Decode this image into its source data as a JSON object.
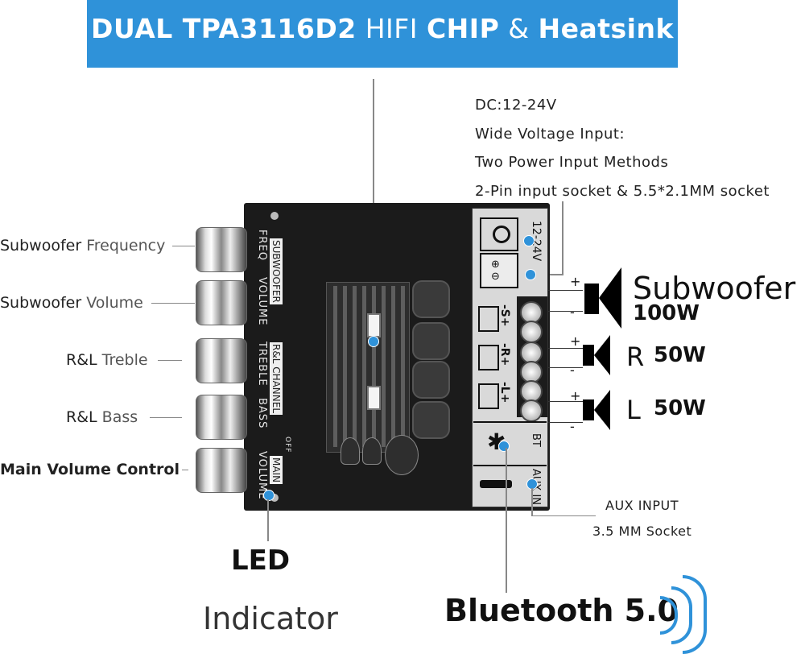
{
  "banner": {
    "part1": "DUAL TPA3116D2",
    "part2": "HIFI",
    "part3": "CHIP",
    "part4": "&",
    "part5": "Heatsink"
  },
  "power_info": {
    "line1": "DC:12-24V",
    "line2": "Wide Voltage Input:",
    "line3": "Two Power Input Methods",
    "line4": "2-Pin input socket & 5.5*2.1MM socket"
  },
  "left_labels": {
    "sub_freq_a": "Subwoofer",
    "sub_freq_b": "Frequency",
    "sub_vol_a": "Subwoofer",
    "sub_vol_b": "Volume",
    "treble_a": "R&L",
    "treble_b": "Treble",
    "bass_a": "R&L",
    "bass_b": "Bass",
    "main_vol": "Main Volume Control"
  },
  "board_silk": {
    "freq": "FREQ",
    "subwoofer": "SUBWOOFER",
    "volume": "VOLUME",
    "treble": "TREBLE",
    "rl_channel": "R&L CHANNEL",
    "bass": "BASS",
    "main": "MAIN",
    "volume2": "VOLUME",
    "off": "OFF",
    "power_rating": "12-24V",
    "bt": "BT",
    "aux_in": "AUX IN",
    "s_term": "-S+",
    "r_term": "-R+",
    "l_term": "-L+"
  },
  "outputs": {
    "subwoofer": "Subwoofer",
    "subwoofer_power": "100W",
    "r": "R",
    "r_power": "50W",
    "l": "L",
    "l_power": "50W",
    "plus": "+",
    "minus": "-"
  },
  "aux": {
    "line1": "AUX INPUT",
    "line2": "3.5 MM Socket"
  },
  "led": {
    "line1": "LED",
    "line2": "Indicator"
  },
  "bluetooth": {
    "label": "Bluetooth 5.0"
  },
  "colors": {
    "banner": "#2f92d9",
    "board": "#1b1b1b",
    "accent_dot": "#2f92d9"
  }
}
